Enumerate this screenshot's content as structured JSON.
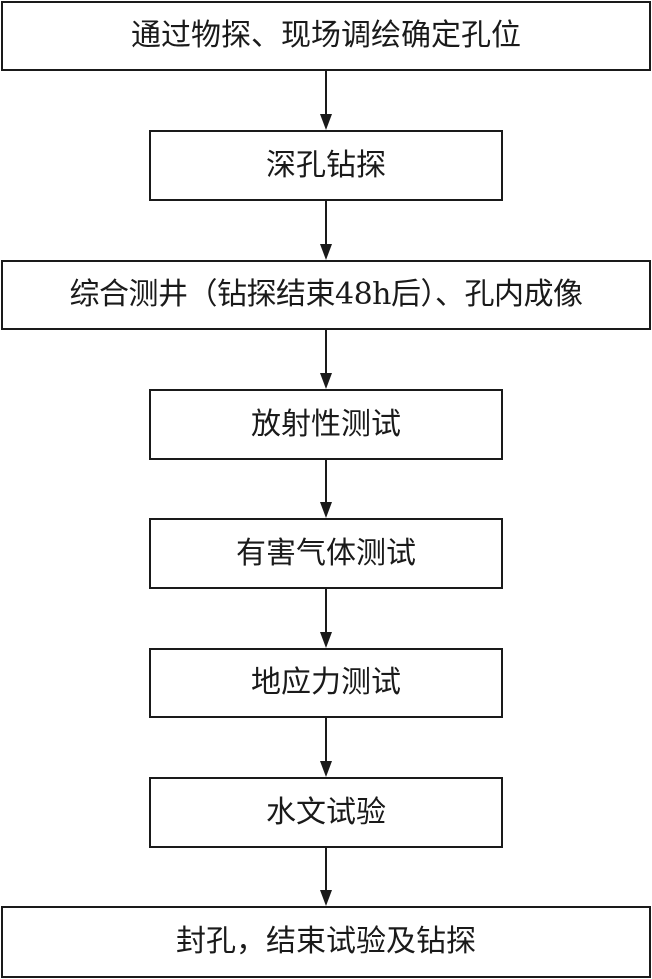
{
  "steps": [
    "通过物探、现场调绘确定孔位",
    "深孔钻探",
    "综合测井（钻探结束48h后）、孔内成像",
    "放射性测试",
    "有害气体测试",
    "地应力测试",
    "水文试验",
    "封孔，结束试验及钻探"
  ]
}
